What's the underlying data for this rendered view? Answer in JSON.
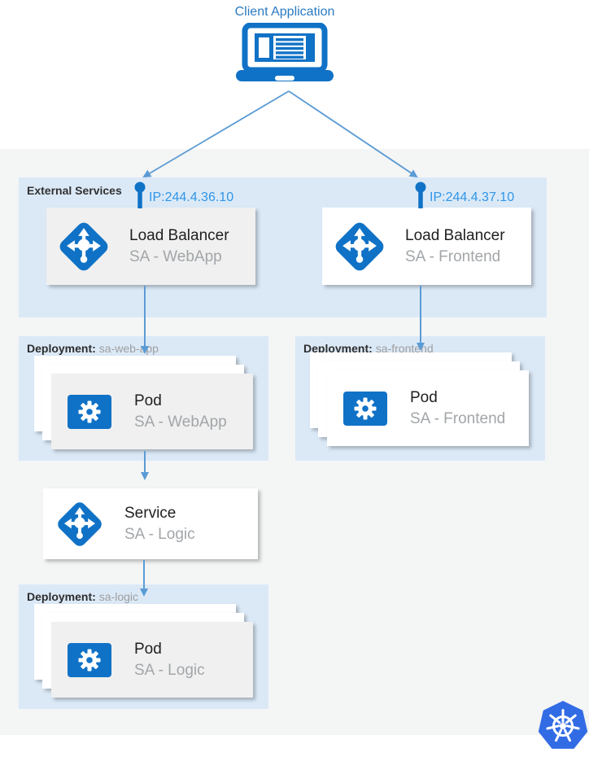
{
  "client": {
    "label": "Client Application"
  },
  "external_services": {
    "label": "External Services",
    "load_balancers": [
      {
        "ip": "IP:244.4.36.10",
        "title": "Load Balancer",
        "subtitle": "SA - WebApp"
      },
      {
        "ip": "IP:244.4.37.10",
        "title": "Load Balancer",
        "subtitle": "SA - Frontend"
      }
    ]
  },
  "deployments": [
    {
      "label": "Deployment:",
      "name": "sa-web-app",
      "pod_title": "Pod",
      "pod_subtitle": "SA - WebApp"
    },
    {
      "label": "Deployment:",
      "name": "sa-frontend",
      "pod_title": "Pod",
      "pod_subtitle": "SA - Frontend"
    },
    {
      "label": "Deployment:",
      "name": "sa-logic",
      "pod_title": "Pod",
      "pod_subtitle": "SA - Logic"
    }
  ],
  "service": {
    "title": "Service",
    "subtitle": "SA - Logic"
  },
  "icons": {
    "client": "laptop-icon",
    "load_balancer": "load-balancer-diamond-icon",
    "pod": "gear-icon",
    "footer": "kubernetes-helm-icon"
  },
  "colors": {
    "icon_blue": "#1072c6",
    "arrow_blue": "#5b9bd5",
    "ip_text_blue": "#2f96e8",
    "client_label_blue": "#2b7bc1",
    "panel_blue": "#dbe9f7",
    "canvas_gray": "#f4f5f5",
    "card_gray": "#f0f0f0",
    "kubernetes_blue": "#326ce5"
  }
}
